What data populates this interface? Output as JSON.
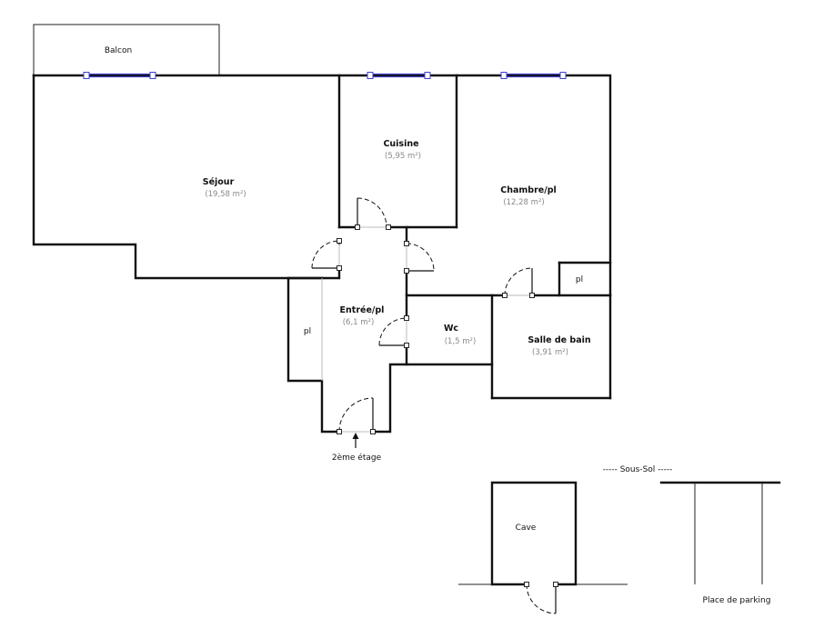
{
  "labels": {
    "balcon": "Balcon",
    "sejour": "Séjour",
    "sejour_area": "(19,58 m²)",
    "cuisine": "Cuisine",
    "cuisine_area": "(5,95 m²)",
    "chambre": "Chambre/pl",
    "chambre_area": "(12,28 m²)",
    "pl_chambre": "pl",
    "entree": "Entrée/pl",
    "entree_area": "(6,1 m²)",
    "pl_entree": "pl",
    "wc": "Wc",
    "wc_area": "(1,5 m²)",
    "sdb": "Salle de bain",
    "sdb_area": "(3,91 m²)",
    "etage": "2ème étage",
    "sous_sol": "----- Sous-Sol -----",
    "cave": "Cave",
    "parking": "Place de parking"
  },
  "colors": {
    "walls": "#111111",
    "windows": "#3f3fc8",
    "area_text": "#888888"
  },
  "icons": {
    "entrance": "arrow-up-icon"
  }
}
